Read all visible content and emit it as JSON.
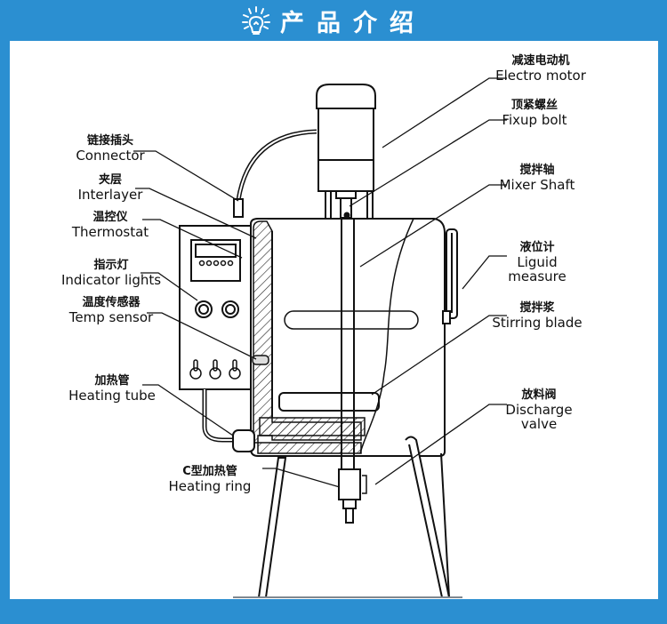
{
  "header": {
    "icon": "lightbulb-icon",
    "title": "产品介绍"
  },
  "colors": {
    "frame": "#2b8fd1",
    "panel": "#ffffff",
    "line": "#111111",
    "ground": "#808890"
  },
  "labels": {
    "electro_motor": {
      "cn": "减速电动机",
      "en": "Electro motor"
    },
    "fixup_bolt": {
      "cn": "顶紧螺丝",
      "en": "Fixup bolt"
    },
    "mixer_shaft": {
      "cn": "搅拌轴",
      "en": "Mixer Shaft"
    },
    "liquid_measure": {
      "cn": "液位计",
      "en": "Liguid measure"
    },
    "stirring_blade": {
      "cn": "搅拌浆",
      "en": "Stirring blade"
    },
    "discharge_valve": {
      "cn": "放料阀",
      "en": "Discharge valve"
    },
    "connector": {
      "cn": "链接插头",
      "en": "Connector"
    },
    "interlayer": {
      "cn": "夹层",
      "en": "Interlayer"
    },
    "thermostat": {
      "cn": "温控仪",
      "en": "Thermostat"
    },
    "indicator_lights": {
      "cn": "指示灯",
      "en": "Indicator lights"
    },
    "temp_sensor": {
      "cn": "温度传感器",
      "en": "Temp sensor"
    },
    "heating_tube": {
      "cn": "加热管",
      "en": "Heating tube"
    },
    "heating_ring": {
      "cn": "C型加热管",
      "en": "Heating ring"
    }
  }
}
